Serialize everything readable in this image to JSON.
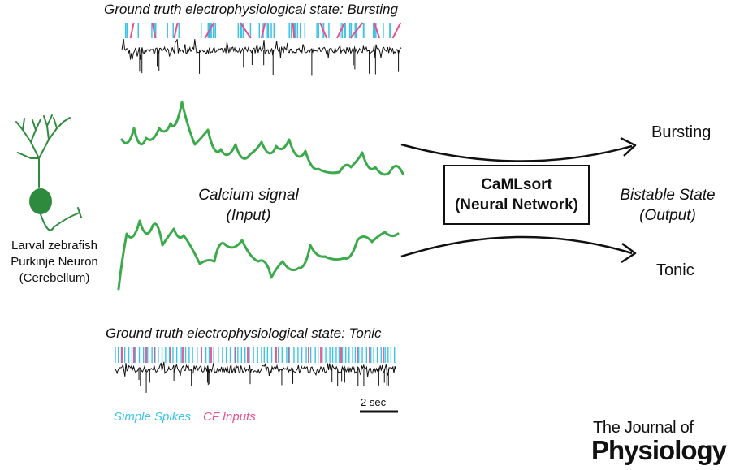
{
  "top_recording": {
    "title": "Ground truth electrophysiological state: Bursting"
  },
  "bottom_recording": {
    "title": "Ground truth electrophysiological state: Tonic"
  },
  "neuron": {
    "caption_lines": [
      "Larval zebrafish",
      "Purkinje Neuron",
      "(Cerebellum)"
    ]
  },
  "input": {
    "label_lines": [
      "Calcium signal",
      "(Input)"
    ]
  },
  "model": {
    "label_lines": [
      "CaMLsort",
      "(Neural Network)"
    ]
  },
  "output": {
    "label_lines": [
      "Bistable State",
      "(Output)"
    ],
    "state_top": "Bursting",
    "state_bottom": "Tonic"
  },
  "legend": {
    "simple_spikes": "Simple Spikes",
    "cf_inputs": "CF Inputs",
    "scale_bar": "2 sec"
  },
  "journal": {
    "line1": "The Journal of",
    "line2": "Physiology"
  },
  "colors": {
    "simple_spike": "#3ec3e6",
    "cf_input": "#e6508c",
    "calcium_trace": "#3aaa4a",
    "neuron_body": "#2e8b3e",
    "ink": "#111111"
  }
}
